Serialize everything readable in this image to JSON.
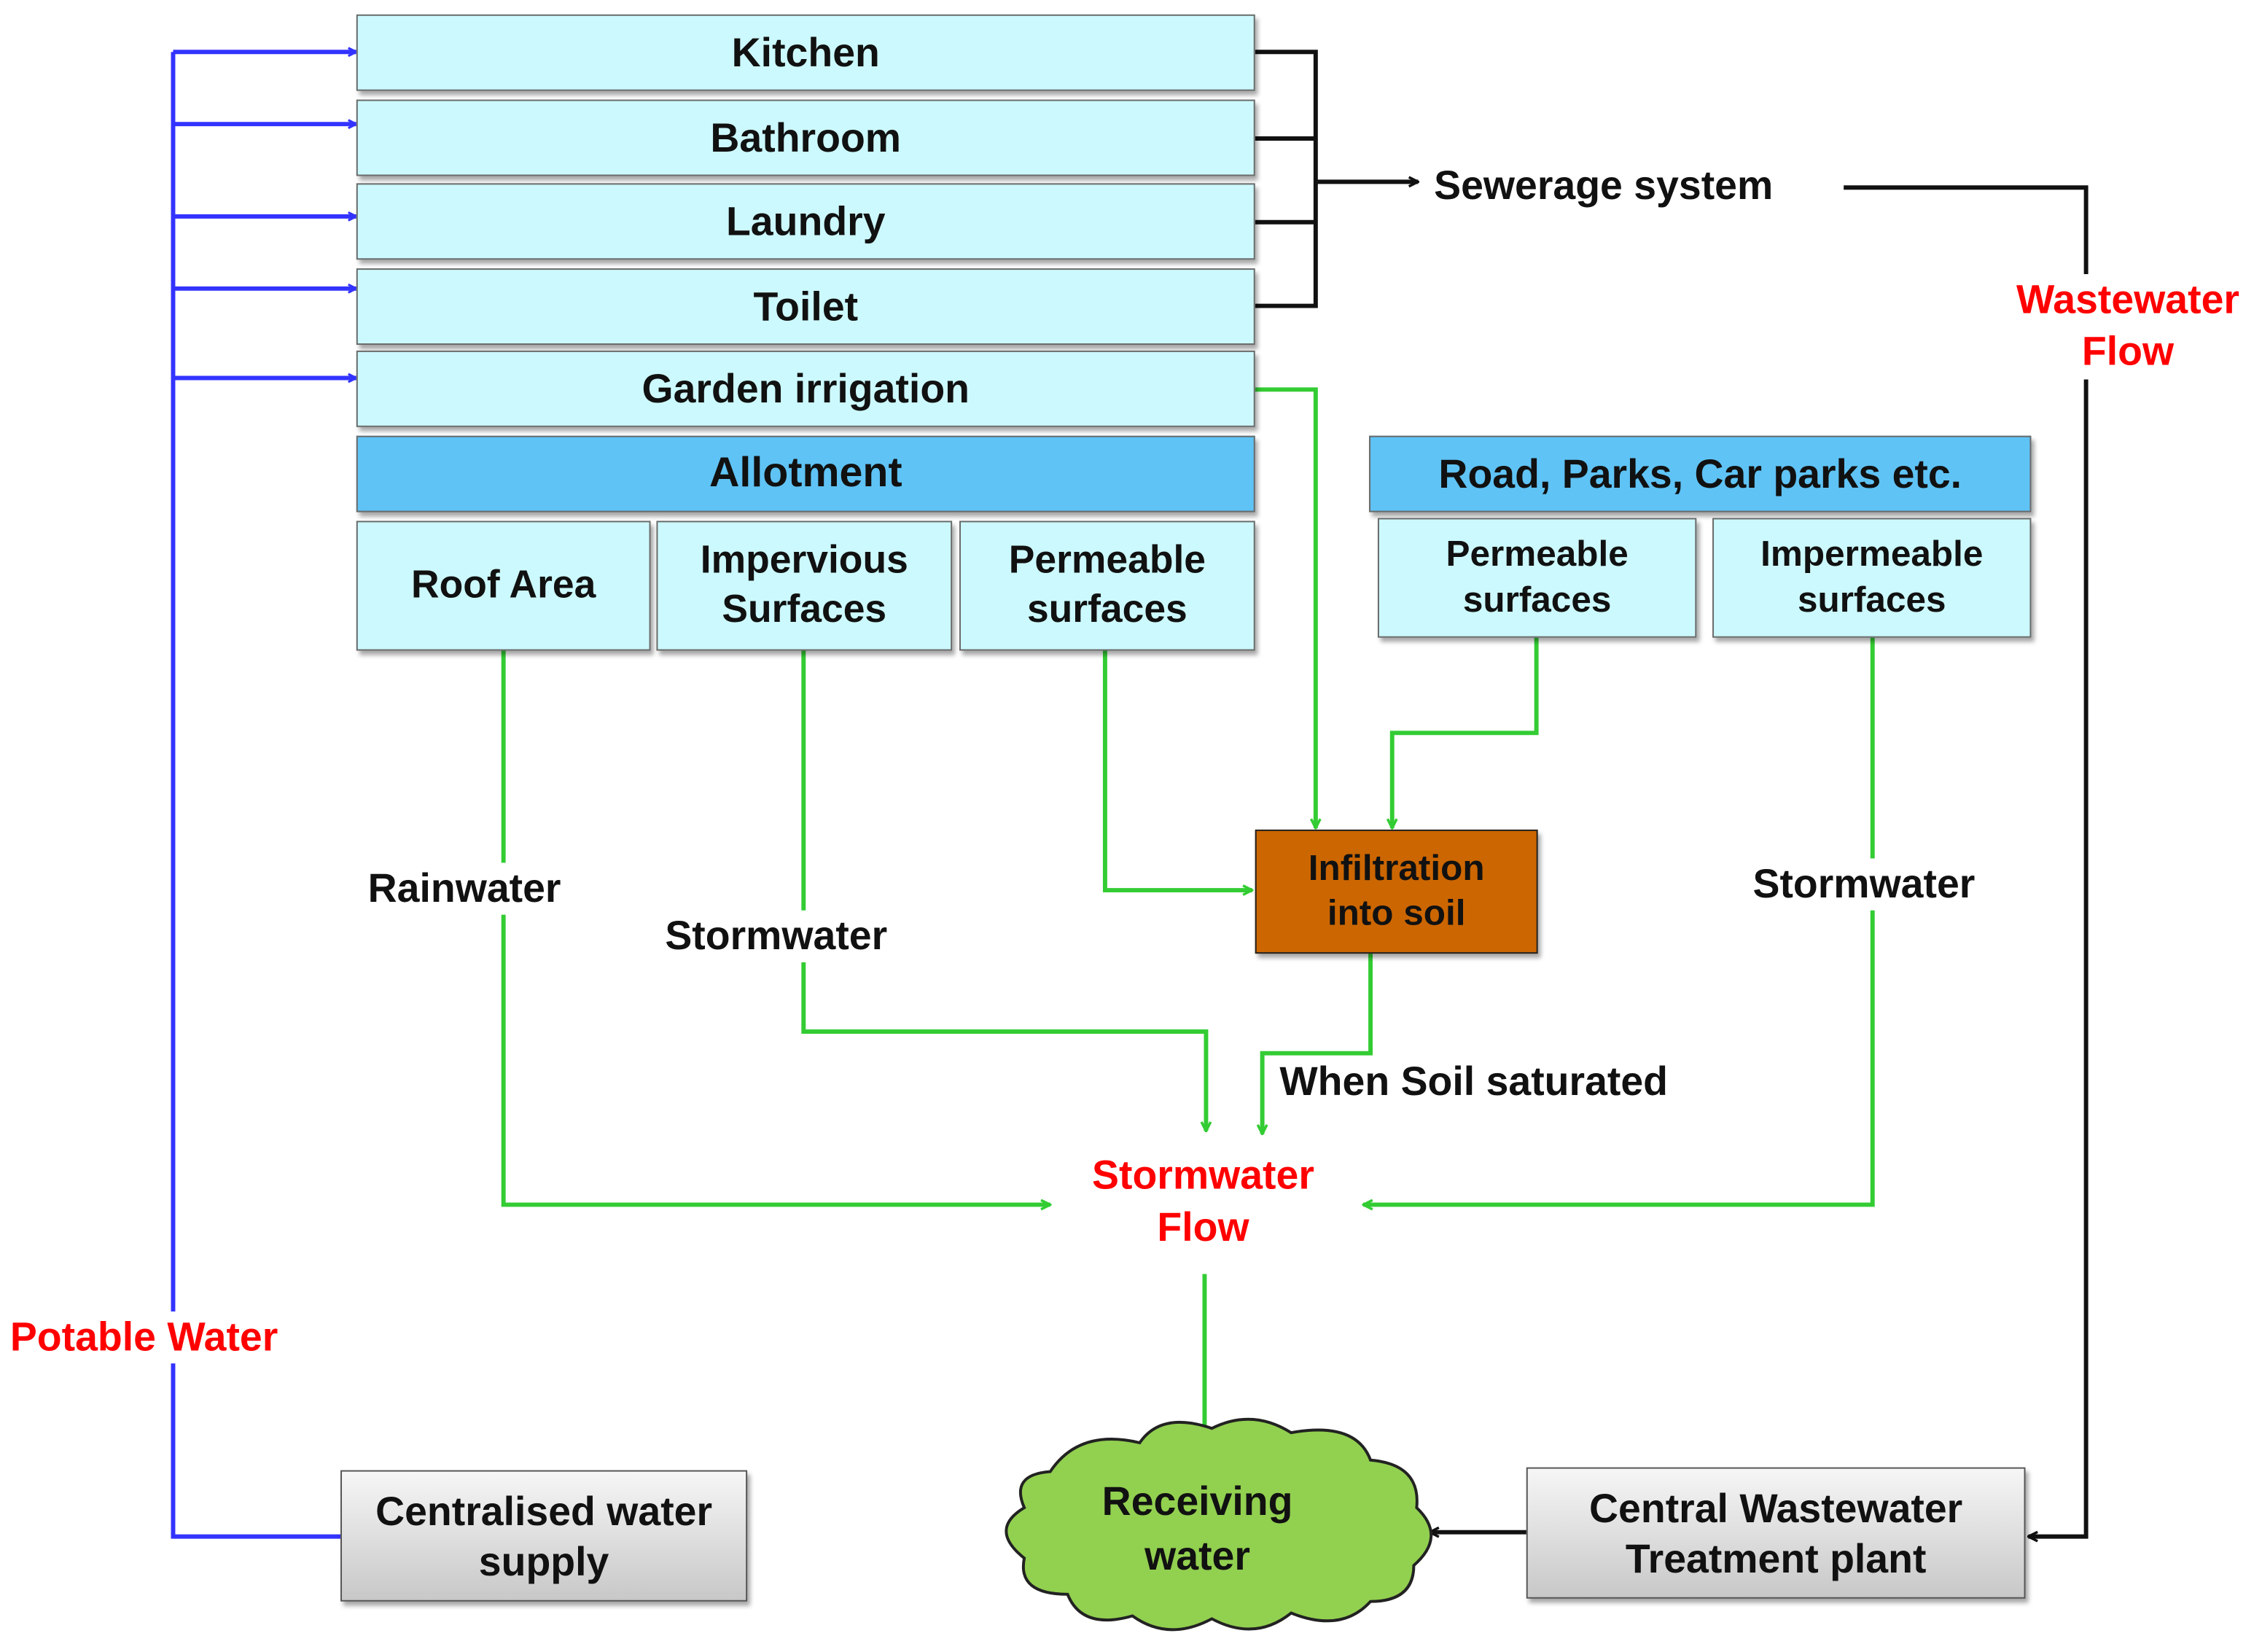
{
  "household": {
    "kitchen": "Kitchen",
    "bathroom": "Bathroom",
    "laundry": "Laundry",
    "toilet": "Toilet",
    "garden": "Garden irrigation"
  },
  "allotment": {
    "title": "Allotment",
    "roof": "Roof Area",
    "impervious": "Impervious Surfaces",
    "permeable": "Permeable surfaces"
  },
  "public": {
    "title": "Road, Parks, Car parks etc.",
    "permeable": "Permeable surfaces",
    "impermeable": "Impermeable surfaces"
  },
  "nodes": {
    "sewerage": "Sewerage system",
    "infiltration": "Infiltration into soil",
    "receiving": "Receiving water",
    "central_supply": "Centralised water supply",
    "treatment": "Central Wastewater Treatment plant"
  },
  "labels": {
    "rainwater": "Rainwater",
    "stormwater_left": "Stormwater",
    "stormwater_right": "Stormwater",
    "soil_saturated": "When Soil saturated",
    "stormwater_flow": "Stormwater Flow",
    "wastewater_flow": "Wastewater Flow",
    "potable_water": "Potable Water"
  },
  "colors": {
    "potable": "#3333ff",
    "stormwater": "#33cc33",
    "wastewater": "#000000",
    "flow_label": "#ff0000",
    "box_fill": "#ccf9fd",
    "header_fill": "#5fc3f5",
    "soil_fill": "#cc6600",
    "cloud_fill": "#92d050"
  }
}
